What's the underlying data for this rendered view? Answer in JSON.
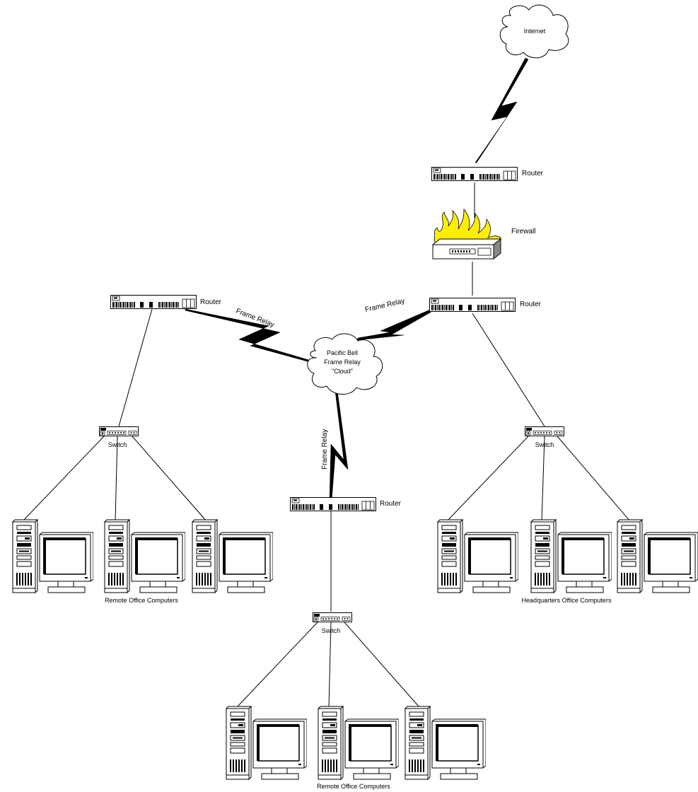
{
  "clouds": {
    "internet": "Internet",
    "frame_relay_line1": "Pacific Bell",
    "frame_relay_line2": "Frame Relay",
    "frame_relay_line3": "\"Cloud\""
  },
  "devices": {
    "router_internet": "Router",
    "firewall": "Firewall",
    "router_headquarters": "Router",
    "router_remote_left": "Router",
    "router_remote_bottom": "Router",
    "switch_left": "Switch",
    "switch_right": "Switch",
    "switch_bottom": "Switch"
  },
  "links": {
    "left_frame_relay": "Frame Relay",
    "right_frame_relay": "Frame Relay",
    "bottom_frame_relay": "Frame Relay"
  },
  "groups": {
    "left_computers": "Remote Office Computers",
    "right_computers": "Headquarters Office Computers",
    "bottom_computers": "Remote Office Computers"
  }
}
